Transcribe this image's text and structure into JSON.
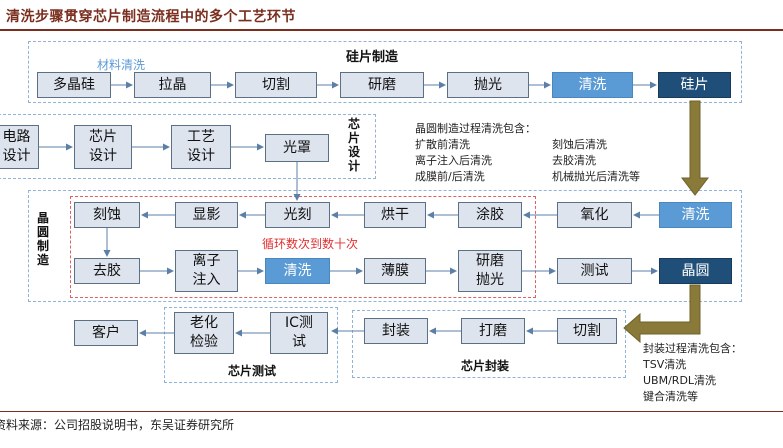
{
  "title": "清洗步骤贯穿芯片制造流程中的多个工艺环节",
  "source": "资料来源：公司招股说明书，东吴证券研究所",
  "colors": {
    "accent": "#7a2e1e",
    "box": "#dde4ee",
    "highlight": "#5b9bd5",
    "dark": "#1f4e79",
    "arrow": "#8a7a3a"
  },
  "groups": {
    "silicon": "硅片制造",
    "material_clean": "材料清洗",
    "chip_design": "芯片设计",
    "wafer_mfg": "晶圆制造",
    "loop_note": "循环数次到数十次",
    "chip_test": "芯片测试",
    "chip_pack": "芯片封装"
  },
  "silicon_steps": [
    "多晶硅",
    "拉晶",
    "切割",
    "研磨",
    "抛光",
    "清洗",
    "硅片"
  ],
  "design_steps": [
    "电路设计",
    "芯片设计",
    "工艺设计",
    "光罩"
  ],
  "wafer_row1": [
    "刻蚀",
    "显影",
    "光刻",
    "烘干",
    "涂胶",
    "氧化",
    "清洗"
  ],
  "wafer_row2": [
    "去胶",
    "离子注入",
    "清洗",
    "薄膜",
    "研磨抛光",
    "测试",
    "晶圆"
  ],
  "pack_steps": [
    "切割",
    "打磨",
    "封装"
  ],
  "test_steps": [
    "IC测试",
    "老化检验",
    "客户"
  ],
  "wafer_note": {
    "heading": "晶圆制造过程清洗包含：",
    "col1": [
      "扩散前清洗",
      "离子注入后清洗",
      "成膜前/后清洗"
    ],
    "col2": [
      "刻蚀后清洗",
      "去胶清洗",
      "机械抛光后清洗等"
    ]
  },
  "pack_note": {
    "heading": "封装过程清洗包含：",
    "lines": [
      "TSV清洗",
      "UBM/RDL清洗",
      "键合清洗等"
    ]
  }
}
